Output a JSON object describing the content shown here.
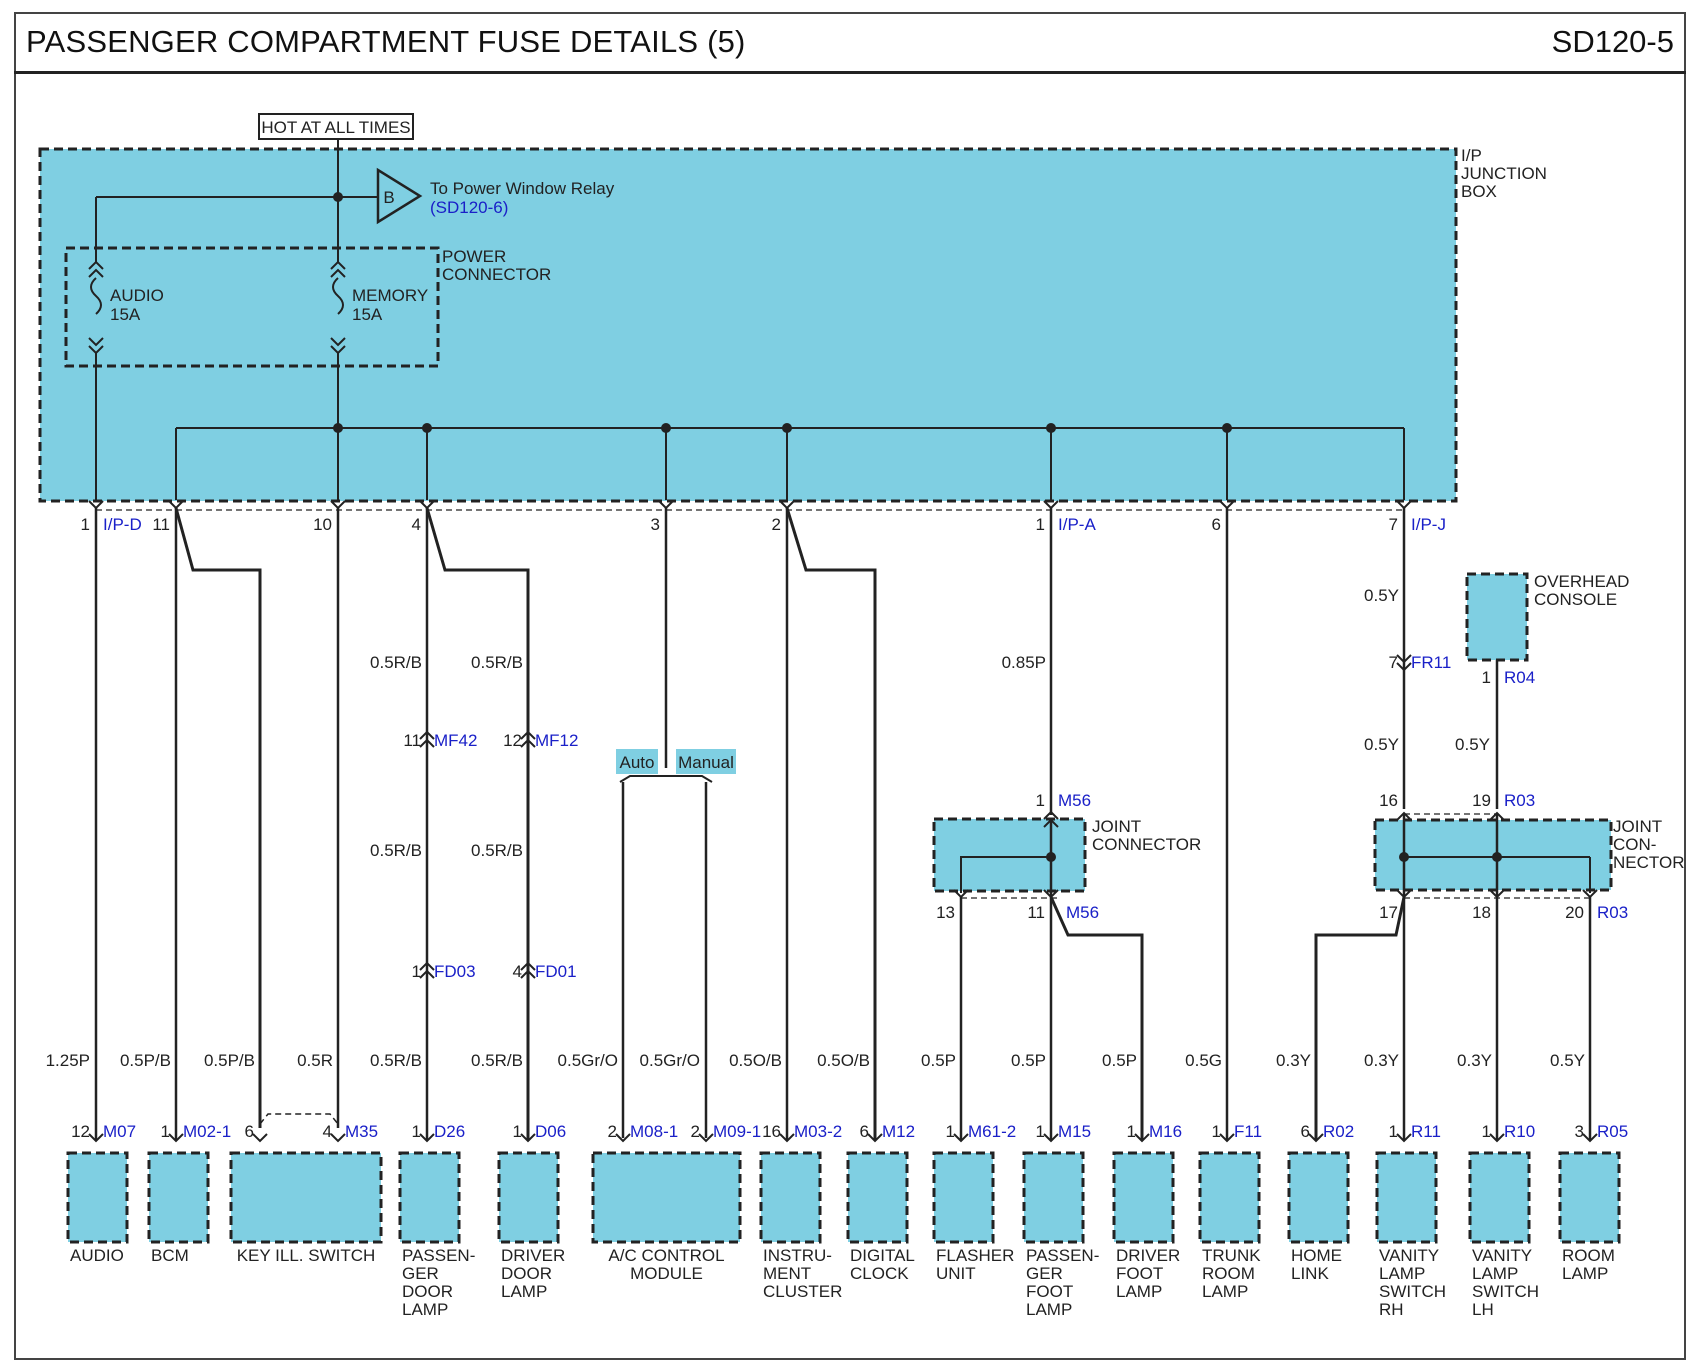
{
  "header": {
    "title": "PASSENGER COMPARTMENT FUSE DETAILS (5)",
    "code": "SD120-5"
  },
  "colors": {
    "box_fill": "#7fcfe2",
    "wire": "#222222",
    "connector_text": "#1a20c8",
    "border": "#333333"
  },
  "power_source": "HOT AT ALL TIMES",
  "junction_box": {
    "name_lines": [
      "I/P",
      "JUNCTION",
      "BOX"
    ]
  },
  "power_connector": {
    "name_lines": [
      "POWER",
      "CONNECTOR"
    ]
  },
  "relay": {
    "letter": "B",
    "label": "To Power Window Relay",
    "ref": "(SD120-6)"
  },
  "fuses": [
    {
      "name": "AUDIO",
      "rating": "15A"
    },
    {
      "name": "MEMORY",
      "rating": "15A"
    }
  ],
  "jb_pins": [
    {
      "pin": "1",
      "conn": "I/P-D"
    },
    {
      "pin": "11",
      "conn": ""
    },
    {
      "pin": "10",
      "conn": ""
    },
    {
      "pin": "4",
      "conn": ""
    },
    {
      "pin": "3",
      "conn": ""
    },
    {
      "pin": "2",
      "conn": ""
    },
    {
      "pin": "1",
      "conn": "I/P-A"
    },
    {
      "pin": "6",
      "conn": ""
    },
    {
      "pin": "7",
      "conn": "I/P-J"
    }
  ],
  "mid_wires": [
    {
      "spec": "0.5R/B"
    },
    {
      "spec": "0.5R/B"
    },
    {
      "spec": "0.5R/B"
    },
    {
      "spec": "0.5R/B"
    },
    {
      "spec": "0.85P"
    },
    {
      "spec": "0.5Y"
    },
    {
      "spec": "0.5Y"
    },
    {
      "spec": "0.5Y"
    }
  ],
  "inline_connectors": [
    {
      "pin": "11",
      "conn": "MF42"
    },
    {
      "pin": "12",
      "conn": "MF12"
    },
    {
      "pin": "1",
      "conn": "FD03"
    },
    {
      "pin": "4",
      "conn": "FD01"
    },
    {
      "pin": "7",
      "conn": "FR11"
    }
  ],
  "ac_options": [
    "Auto",
    "Manual"
  ],
  "joint_connector_1": {
    "name_lines": [
      "JOINT",
      "CONNECTOR"
    ],
    "in_pin": "1",
    "in_conn": "M56",
    "out_pins": [
      "13",
      "11"
    ],
    "out_conn": "M56"
  },
  "joint_connector_2": {
    "name_lines": [
      "JOINT",
      "CON-",
      "NECTOR"
    ],
    "in_pins": [
      "16",
      "19"
    ],
    "in_conn": "R03",
    "out_pins": [
      "17",
      "18",
      "20"
    ],
    "out_conn": "R03"
  },
  "overhead_console": {
    "name_lines": [
      "OVERHEAD",
      "CONSOLE"
    ],
    "pin": "1",
    "conn": "R04"
  },
  "bottom_wires": [
    "1.25P",
    "0.5P/B",
    "0.5P/B",
    "0.5R",
    "0.5R/B",
    "0.5R/B",
    "0.5Gr/O",
    "0.5Gr/O",
    "0.5O/B",
    "0.5O/B",
    "0.5P",
    "0.5P",
    "0.5P",
    "0.5G",
    "0.3Y",
    "0.3Y",
    "0.3Y",
    "0.5Y"
  ],
  "components": [
    {
      "name_lines": [
        "AUDIO"
      ],
      "pins": [
        {
          "pin": "12",
          "conn": "M07"
        }
      ]
    },
    {
      "name_lines": [
        "BCM"
      ],
      "pins": [
        {
          "pin": "1",
          "conn": "M02-1"
        }
      ]
    },
    {
      "name_lines": [
        "KEY ILL. SWITCH"
      ],
      "pins": [
        {
          "pin": "6",
          "conn": ""
        },
        {
          "pin": "4",
          "conn": "M35"
        }
      ]
    },
    {
      "name_lines": [
        "PASSEN-",
        "GER",
        "DOOR",
        "LAMP"
      ],
      "pins": [
        {
          "pin": "1",
          "conn": "D26"
        }
      ]
    },
    {
      "name_lines": [
        "DRIVER",
        "DOOR",
        "LAMP"
      ],
      "pins": [
        {
          "pin": "1",
          "conn": "D06"
        }
      ]
    },
    {
      "name_lines": [
        "A/C CONTROL",
        "MODULE"
      ],
      "pins": [
        {
          "pin": "2",
          "conn": "M08-1"
        },
        {
          "pin": "2",
          "conn": "M09-1"
        }
      ]
    },
    {
      "name_lines": [
        "INSTRU-",
        "MENT",
        "CLUSTER"
      ],
      "pins": [
        {
          "pin": "16",
          "conn": "M03-2"
        }
      ]
    },
    {
      "name_lines": [
        "DIGITAL",
        "CLOCK"
      ],
      "pins": [
        {
          "pin": "6",
          "conn": "M12"
        }
      ]
    },
    {
      "name_lines": [
        "FLASHER",
        "UNIT"
      ],
      "pins": [
        {
          "pin": "1",
          "conn": "M61-2"
        }
      ]
    },
    {
      "name_lines": [
        "PASSEN-",
        "GER",
        "FOOT",
        "LAMP"
      ],
      "pins": [
        {
          "pin": "1",
          "conn": "M15"
        }
      ]
    },
    {
      "name_lines": [
        "DRIVER",
        "FOOT",
        "LAMP"
      ],
      "pins": [
        {
          "pin": "1",
          "conn": "M16"
        }
      ]
    },
    {
      "name_lines": [
        "TRUNK",
        "ROOM",
        "LAMP"
      ],
      "pins": [
        {
          "pin": "1",
          "conn": "F11"
        }
      ]
    },
    {
      "name_lines": [
        "HOME",
        "LINK"
      ],
      "pins": [
        {
          "pin": "6",
          "conn": "R02"
        }
      ]
    },
    {
      "name_lines": [
        "VANITY",
        "LAMP",
        "SWITCH",
        "RH"
      ],
      "pins": [
        {
          "pin": "1",
          "conn": "R11"
        }
      ]
    },
    {
      "name_lines": [
        "VANITY",
        "LAMP",
        "SWITCH",
        "LH"
      ],
      "pins": [
        {
          "pin": "1",
          "conn": "R10"
        }
      ]
    },
    {
      "name_lines": [
        "ROOM",
        "LAMP"
      ],
      "pins": [
        {
          "pin": "3",
          "conn": "R05"
        }
      ]
    }
  ]
}
